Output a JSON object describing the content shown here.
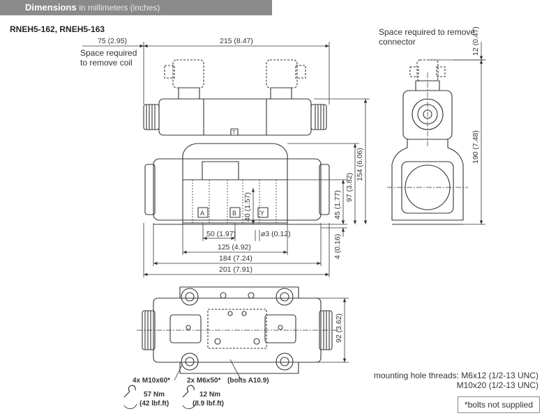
{
  "header": {
    "title": "Dimensions",
    "subtitle": "in millimeters (inches)"
  },
  "model": "RNEH5-162, RNEH5-163",
  "notes": {
    "coil": [
      "Space required",
      "to remove coil"
    ],
    "connector": [
      "Space required to remove",
      "connector"
    ],
    "threads": [
      "mounting hole threads: M6x12 (1/2-13 UNC)",
      "M10x20 (1/2-13 UNC)"
    ],
    "bolts_supplied": "*bolts not supplied"
  },
  "dimensions": {
    "d75": "75 (2.95)",
    "d215": "215 (8.47)",
    "d12": "12 (0.47)",
    "d154": "154 (6.06)",
    "d97": "97 (3.82)",
    "d190": "190 (7.48)",
    "d45": "45 (1.77)",
    "d40": "40 (1.57)",
    "d4": "4 (0.16)",
    "d50": "50 (1.97)",
    "d3": "ø3 (0.12)",
    "d125": "125 (4.92)",
    "d184": "184 (7.24)",
    "d201": "201 (7.91)",
    "d92": "92 (3.62)"
  },
  "ports": {
    "a": "A",
    "b": "B",
    "y": "Y",
    "t": "T"
  },
  "bolts": {
    "m10": "4x M10x60*",
    "m6": "2x M6x50*",
    "grade": "(bolts A10.9)",
    "torque1_nm": "57 Nm",
    "torque1_lbf": "(42 lbf.ft)",
    "torque2_nm": "12 Nm",
    "torque2_lbf": "(8.9 lbf.ft)"
  }
}
